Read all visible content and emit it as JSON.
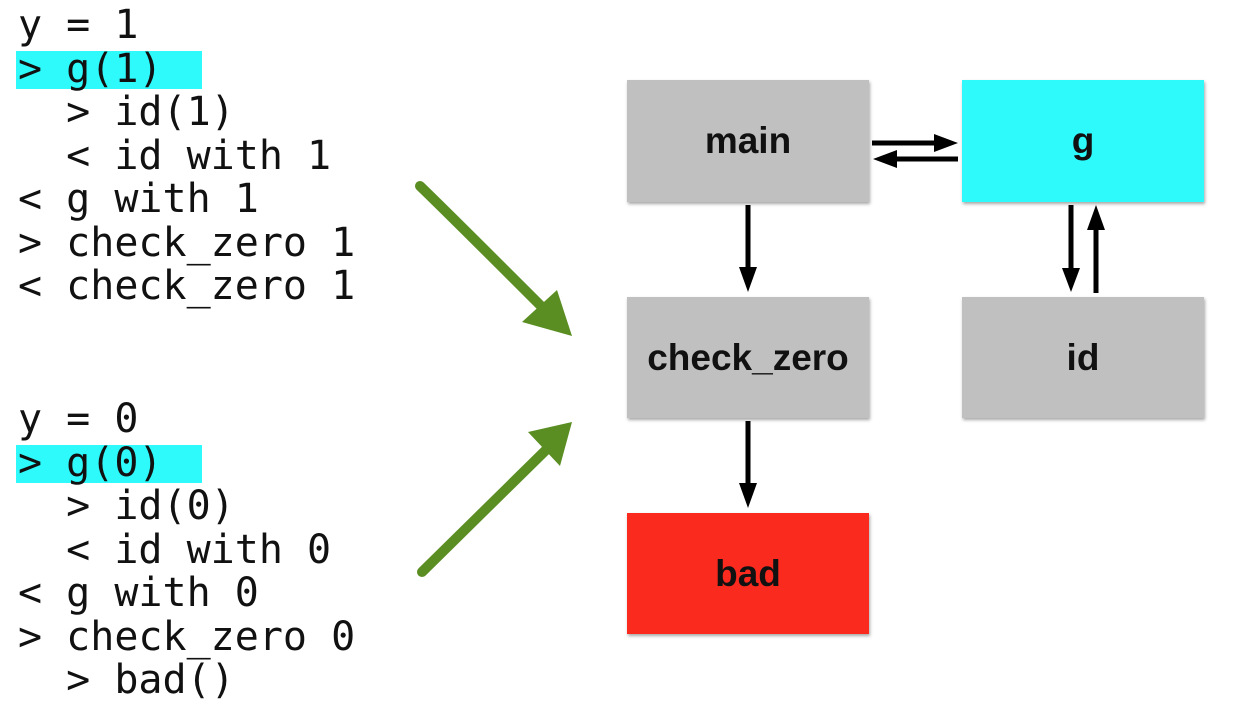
{
  "colors": {
    "highlight": "#2ef9fb",
    "node_default": "#c0c0c0",
    "node_active": "#2ef9fb",
    "node_error": "#fb2a1f",
    "pointer_arrow": "#5a8e22",
    "edge": "#000000"
  },
  "traces": [
    {
      "lines": [
        {
          "text": "y = 1",
          "highlight": false
        },
        {
          "text": "> g(1)",
          "highlight": true
        },
        {
          "text": "  > id(1)",
          "highlight": false
        },
        {
          "text": "  < id with 1",
          "highlight": false
        },
        {
          "text": "< g with 1",
          "highlight": false
        },
        {
          "text": "> check_zero 1",
          "highlight": false
        },
        {
          "text": "< check_zero 1",
          "highlight": false
        }
      ]
    },
    {
      "lines": [
        {
          "text": "y = 0",
          "highlight": false
        },
        {
          "text": "> g(0)",
          "highlight": true
        },
        {
          "text": "  > id(0)",
          "highlight": false
        },
        {
          "text": "  < id with 0",
          "highlight": false
        },
        {
          "text": "< g with 0",
          "highlight": false
        },
        {
          "text": "> check_zero 0",
          "highlight": false
        },
        {
          "text": "  > bad()",
          "highlight": false
        }
      ]
    }
  ],
  "graph": {
    "nodes": [
      {
        "id": "main",
        "label": "main",
        "state": "default"
      },
      {
        "id": "g",
        "label": "g",
        "state": "active"
      },
      {
        "id": "check_zero",
        "label": "check_zero",
        "state": "default"
      },
      {
        "id": "id",
        "label": "id",
        "state": "default"
      },
      {
        "id": "bad",
        "label": "bad",
        "state": "error"
      }
    ],
    "edges": [
      {
        "from": "main",
        "to": "g"
      },
      {
        "from": "g",
        "to": "main"
      },
      {
        "from": "main",
        "to": "check_zero"
      },
      {
        "from": "g",
        "to": "id"
      },
      {
        "from": "id",
        "to": "g"
      },
      {
        "from": "check_zero",
        "to": "bad"
      }
    ]
  }
}
